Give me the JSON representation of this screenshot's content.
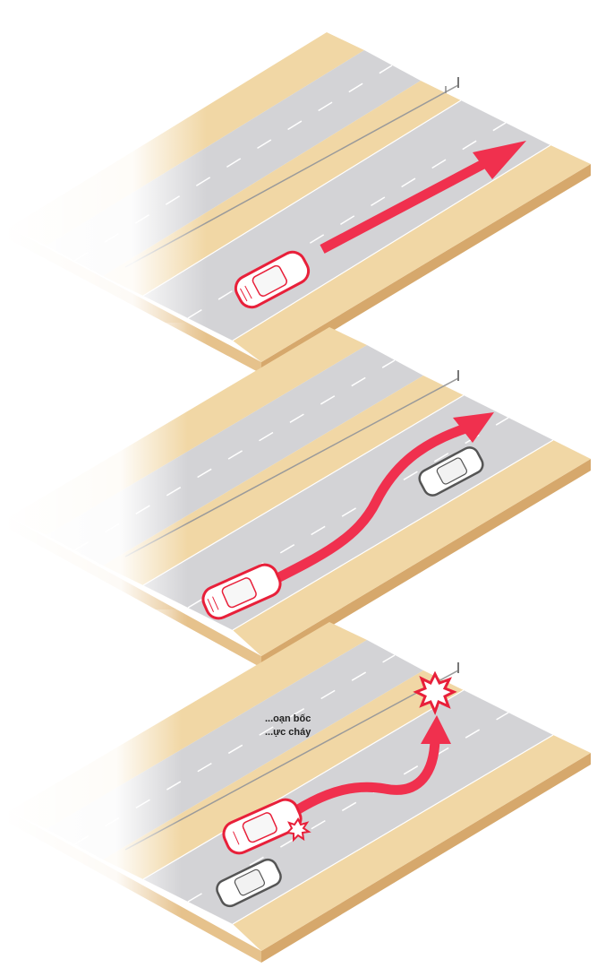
{
  "scenes": [
    {
      "id": "scene-1-straight"
    },
    {
      "id": "scene-2-swerve"
    },
    {
      "id": "scene-3-collision"
    }
  ],
  "labels": {
    "burn_line1": "...oạn bốc",
    "burn_line2": "...ực cháy"
  },
  "colors": {
    "arrow": "#f0304e",
    "asphalt": "#d3d3d6",
    "median": "#f1d7a5",
    "shoulder_side": "#e1b57b",
    "car_outline": "#e8203a"
  },
  "icons": [
    "car-icon",
    "explosion-icon",
    "arrow-icon"
  ]
}
